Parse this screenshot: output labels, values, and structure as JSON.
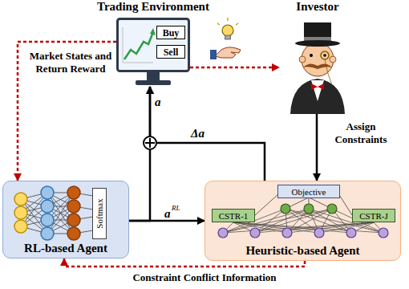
{
  "diagram": {
    "nodes": [
      {
        "text": [
          "Trading Environment"
        ]
      },
      {
        "text": [
          "Buy"
        ],
        "in": 0
      },
      {
        "text": [
          "Sell"
        ],
        "in": 0
      },
      {
        "text": [
          "Investor"
        ]
      },
      {
        "text": [
          "RL-based Agent"
        ]
      },
      {
        "text": [
          "Softmax"
        ],
        "in": 4
      },
      {
        "text": [
          "Heuristic-based Agent"
        ]
      },
      {
        "text": [
          "Objective"
        ],
        "in": 6
      },
      {
        "text": [
          "CSTR-1"
        ],
        "in": 6
      },
      {
        "text": [
          "CSTR-J"
        ],
        "in": 6
      }
    ],
    "edges": [
      {
        "from": 0,
        "to": 4,
        "label": "Market States and Return Reward",
        "arrow": "to"
      },
      {
        "from": 0,
        "to": 3,
        "arrow": "to"
      },
      {
        "from": 3,
        "to": 6,
        "label": "Assign Constraints",
        "arrow": "to"
      },
      {
        "from": 4,
        "to": 6,
        "label": "a",
        "arrow": "to"
      },
      {
        "from": 6,
        "to": 4,
        "label": "Constraint Conflict Information",
        "arrow": "to"
      },
      {
        "from": 4,
        "to": 0,
        "label": "a",
        "arrow": "to"
      },
      {
        "from": 6,
        "to": 0,
        "label": "Δa",
        "arrow": "to"
      }
    ],
    "labels": [
      "RL"
    ]
  }
}
